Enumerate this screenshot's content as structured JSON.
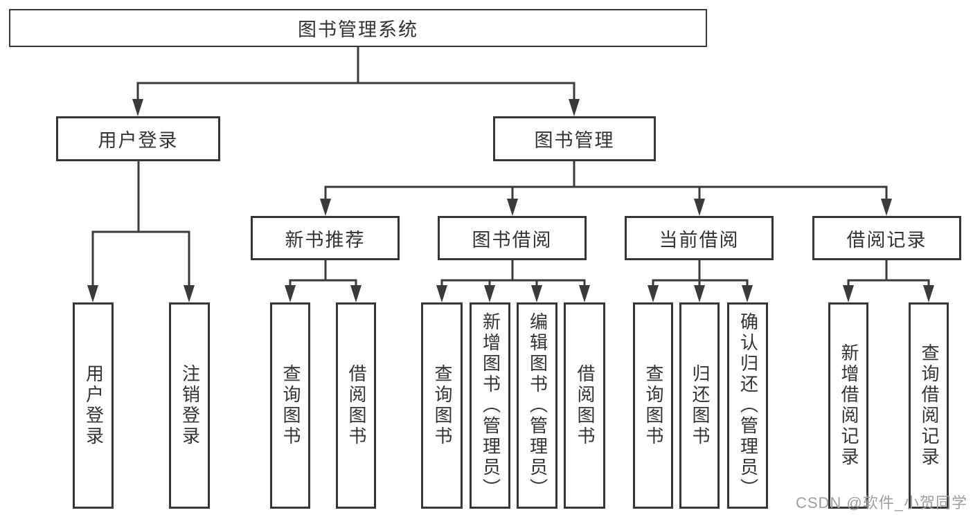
{
  "diagram_type": "hierarchy-tree",
  "tree": {
    "root": {
      "label": "图书管理系统"
    },
    "level2": [
      {
        "label": "用户登录",
        "children": [
          {
            "label": "用户登录"
          },
          {
            "label": "注销登录"
          }
        ]
      },
      {
        "label": "图书管理",
        "children": [
          {
            "label": "新书推荐",
            "children": [
              {
                "label": "查询图书"
              },
              {
                "label": "借阅图书"
              }
            ]
          },
          {
            "label": "图书借阅",
            "children": [
              {
                "label": "查询图书"
              },
              {
                "label": "新增图书（管理员）"
              },
              {
                "label": "编辑图书（管理员）"
              },
              {
                "label": "借阅图书"
              }
            ]
          },
          {
            "label": "当前借阅",
            "children": [
              {
                "label": "查询图书"
              },
              {
                "label": "归还图书"
              },
              {
                "label": "确认归还（管理员）"
              }
            ]
          },
          {
            "label": "借阅记录",
            "children": [
              {
                "label": "新增借阅记录"
              },
              {
                "label": "查询借阅记录"
              }
            ]
          }
        ]
      }
    ]
  },
  "watermark": {
    "text": "CSDN @软件_小贺同学",
    "color": "#9e9e9e"
  },
  "colors": {
    "line": "#3a3a3a",
    "box_border": "#363636",
    "text": "#333333",
    "background": "#ffffff"
  }
}
